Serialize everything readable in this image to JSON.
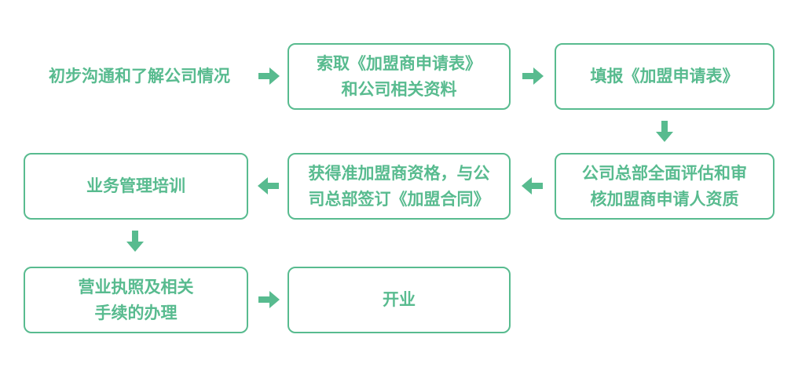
{
  "colors": {
    "accent": "#58bb8f",
    "background": "#ffffff"
  },
  "diagram": {
    "type": "flowchart",
    "steps": [
      {
        "id": "initial-communication",
        "label": "初步沟通和了解公司情况"
      },
      {
        "id": "request-application-form",
        "label": "索取《加盟商申请表》\n和公司相关资料"
      },
      {
        "id": "submit-application-form",
        "label": "填报《加盟申请表》"
      },
      {
        "id": "headquarters-evaluation",
        "label": "公司总部全面评估和审\n核加盟商申请人资质"
      },
      {
        "id": "sign-franchise-contract",
        "label": "获得准加盟商资格，与公\n司总部签订《加盟合同》"
      },
      {
        "id": "business-management-training",
        "label": "业务管理培训"
      },
      {
        "id": "license-and-procedures",
        "label": "营业执照及相关\n手续的办理"
      },
      {
        "id": "opening",
        "label": "开业"
      }
    ],
    "connectors": [
      {
        "from": "initial-communication",
        "to": "request-application-form",
        "direction": "right"
      },
      {
        "from": "request-application-form",
        "to": "submit-application-form",
        "direction": "right"
      },
      {
        "from": "submit-application-form",
        "to": "headquarters-evaluation",
        "direction": "down"
      },
      {
        "from": "headquarters-evaluation",
        "to": "sign-franchise-contract",
        "direction": "left"
      },
      {
        "from": "sign-franchise-contract",
        "to": "business-management-training",
        "direction": "left"
      },
      {
        "from": "business-management-training",
        "to": "license-and-procedures",
        "direction": "down"
      },
      {
        "from": "license-and-procedures",
        "to": "opening",
        "direction": "right"
      }
    ]
  }
}
